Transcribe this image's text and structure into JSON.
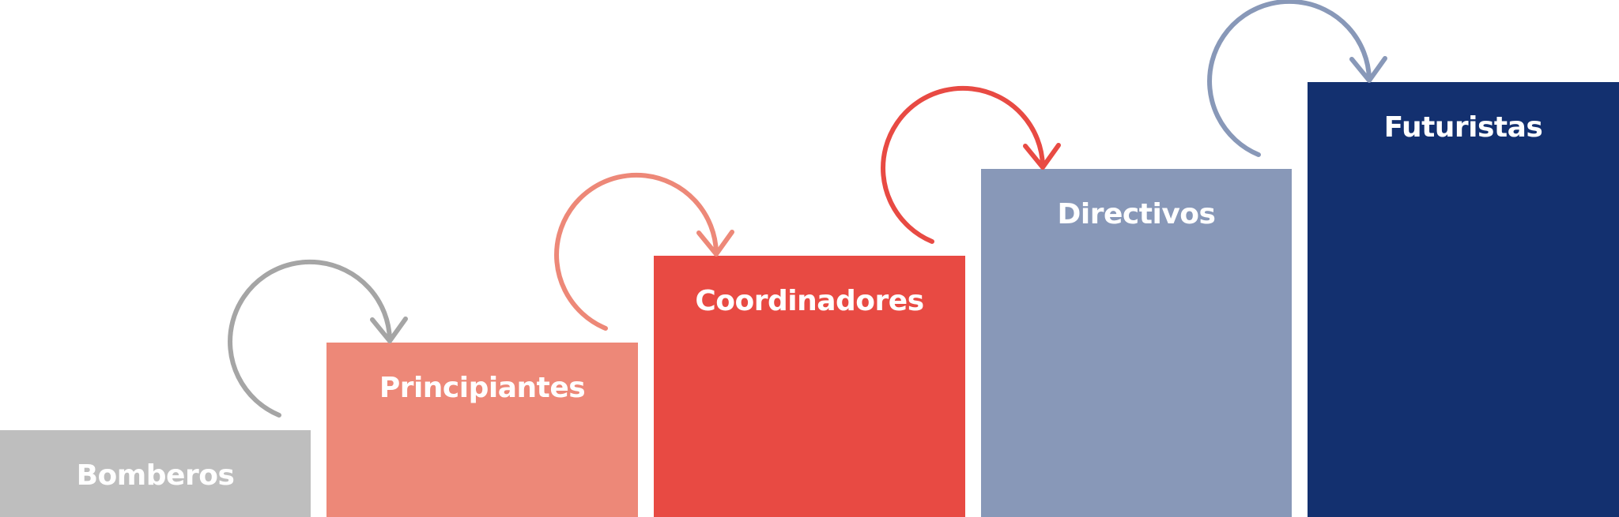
{
  "diagram": {
    "type": "staircase-progression",
    "steps": [
      {
        "label": "Bomberos",
        "color": "#bebebe"
      },
      {
        "label": "Principiantes",
        "color": "#ed8878"
      },
      {
        "label": "Coordinadores",
        "color": "#e84a43"
      },
      {
        "label": "Directivos",
        "color": "#8898b8"
      },
      {
        "label": "Futuristas",
        "color": "#13306f"
      }
    ],
    "arrows": [
      {
        "from": "Bomberos",
        "to": "Principiantes",
        "color": "#a5a5a5"
      },
      {
        "from": "Principiantes",
        "to": "Coordinadores",
        "color": "#ed8878"
      },
      {
        "from": "Coordinadores",
        "to": "Directivos",
        "color": "#e84a43"
      },
      {
        "from": "Directivos",
        "to": "Futuristas",
        "color": "#8898b8"
      }
    ]
  }
}
